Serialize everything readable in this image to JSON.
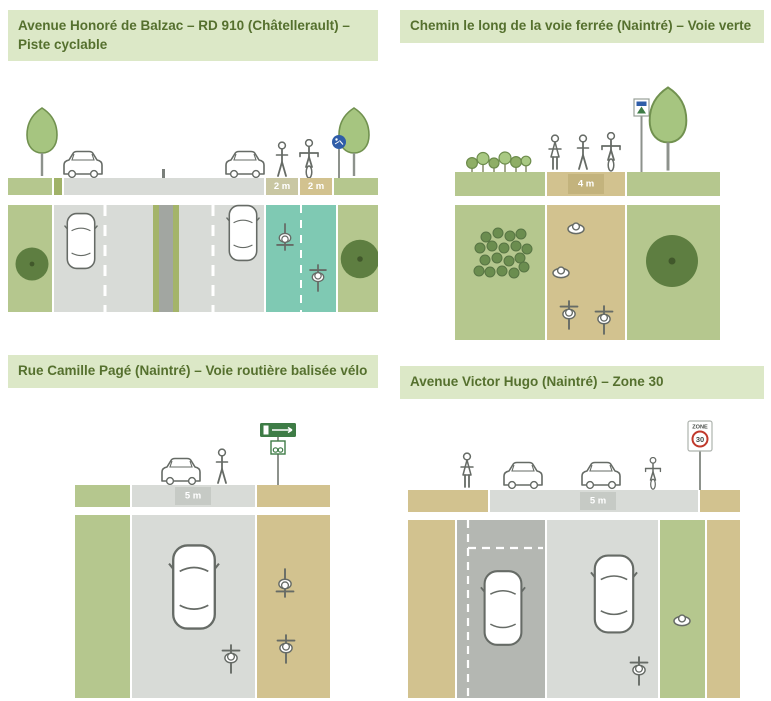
{
  "panels": [
    {
      "id": "balzac",
      "title": "Avenue Honoré de Balzac – RD 910 (Châtellerault) – Piste cyclable",
      "measurements": [
        "2 m",
        "2 m"
      ]
    },
    {
      "id": "voie-verte",
      "title": "Chemin le long de la voie ferrée (Naintré) – Voie verte",
      "measurements": [
        "4 m"
      ]
    },
    {
      "id": "camille-page",
      "title": "Rue Camille Pagé (Naintré) – Voie routière balisée vélo",
      "measurements": [
        "5 m"
      ]
    },
    {
      "id": "victor-hugo",
      "title": "Avenue Victor Hugo (Naintré) – Zone 30",
      "measurements": [
        "5 m"
      ],
      "zone_sign": {
        "top": "ZONE",
        "number": "30"
      }
    }
  ],
  "palette": {
    "header_bg": "#dce8c7",
    "header_text": "#55702e",
    "verge_green": "#b5c78e",
    "accent_olive": "#a4b46a",
    "path_tan": "#d2c28f",
    "road_gray": "#d8dbd7",
    "parking_gray": "#b4b7b2",
    "median_gray": "#a2a6a1",
    "cycle_track_teal": "#7fc9b3",
    "tree_canopy_green": "#5e7e41",
    "tree_leaf_green": "#a6c580",
    "icon_outline_gray": "#666b66",
    "sign_blue": "#2f5da8",
    "sign_green": "#3e7c46",
    "sign_red": "#c0392b"
  },
  "icons": {
    "tree-side-icon": "deciduous tree, elevation view",
    "tree-canopy-icon": "tree canopy, plan view",
    "car-front-icon": "car, front view",
    "car-top-icon": "car, plan view",
    "pedestrian-icon": "standing pedestrian",
    "woman-icon": "standing woman",
    "cyclist-front-icon": "cyclist with bicycle, front view",
    "cyclist-top-icon": "cyclist, plan view",
    "pedestrian-top-icon": "pedestrian, plan view",
    "shared-path-sign-icon": "round blue shared pedestrian/cycle sign",
    "voie-verte-sign-icon": "greenway route sign",
    "direction-sign-icon": "green direction sign with white arrow",
    "zone-30-sign-icon": "zone 30 speed sign",
    "shrub-icon": "shrub / small tree",
    "bollard-icon": "small bollard on median"
  }
}
